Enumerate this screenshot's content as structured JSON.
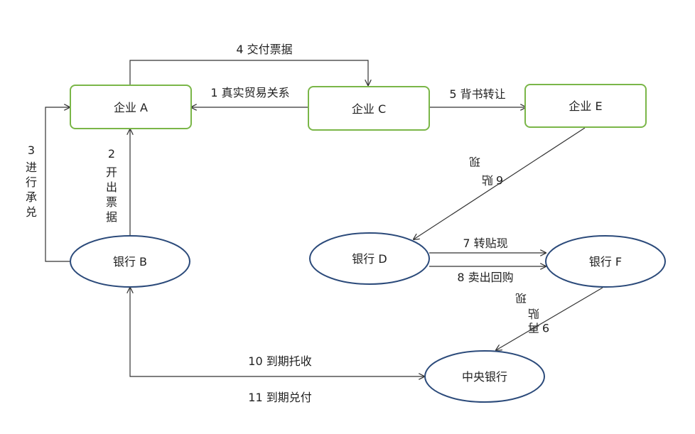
{
  "nodes": {
    "enterprise_a": "企业 A",
    "enterprise_c": "企业 C",
    "enterprise_e": "企业 E",
    "bank_b": "银行 B",
    "bank_d": "银行 D",
    "bank_f": "银行 F",
    "central_bank": "中央银行"
  },
  "edges": {
    "e1": "1 真实贸易关系",
    "e2_num": "2",
    "e2_chars": [
      "开",
      "出",
      "票",
      "据"
    ],
    "e3_num": "3",
    "e3_chars": [
      "进",
      "行",
      "承",
      "兑"
    ],
    "e4": "4  交付票据",
    "e5": "5  背书转让",
    "e6_num": "6",
    "e6_chars": [
      "贴",
      "现"
    ],
    "e7": "7 转贴现",
    "e8": "8 卖出回购",
    "e9_num": "9",
    "e9_chars": [
      "再",
      "贴",
      "现"
    ],
    "e10": "10  到期托收",
    "e11": "11  到期兑付"
  },
  "colors": {
    "enterprise_border": "#7ab648",
    "bank_border": "#2b4a7a",
    "line": "#333333"
  }
}
